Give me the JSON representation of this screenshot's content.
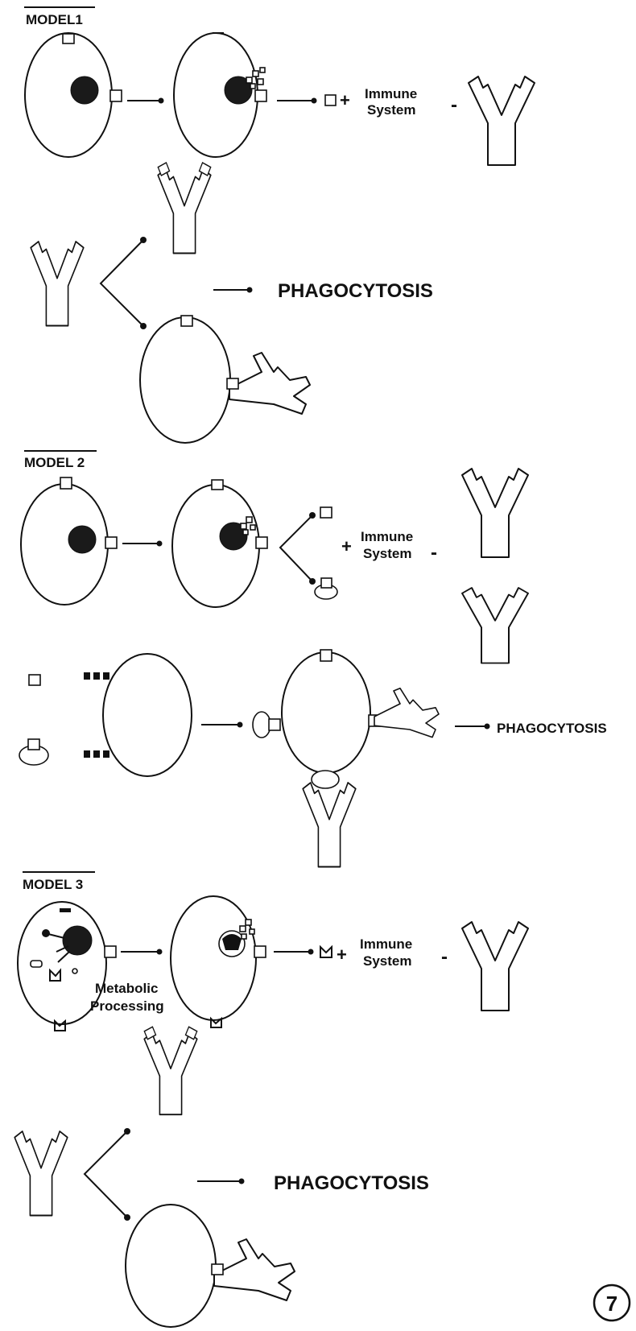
{
  "models": [
    {
      "title": "MODEL1",
      "plus": "+",
      "immune_line1": "Immune",
      "immune_line2": "System",
      "equals": "-",
      "result": "PHAGOCYTOSIS"
    },
    {
      "title": "MODEL 2",
      "plus": "+",
      "immune_line1": "Immune",
      "immune_line2": "System",
      "equals": "-",
      "result": "PHAGOCYTOSIS"
    },
    {
      "title": "MODEL 3",
      "plus": "+",
      "immune_line1": "Immune",
      "immune_line2": "System",
      "equals": "-",
      "process_line1": "Metabolic",
      "process_line2": "Processing",
      "result": "PHAGOCYTOSIS"
    }
  ],
  "page_number": "7",
  "colors": {
    "ink": "#111111",
    "background": "#ffffff"
  }
}
